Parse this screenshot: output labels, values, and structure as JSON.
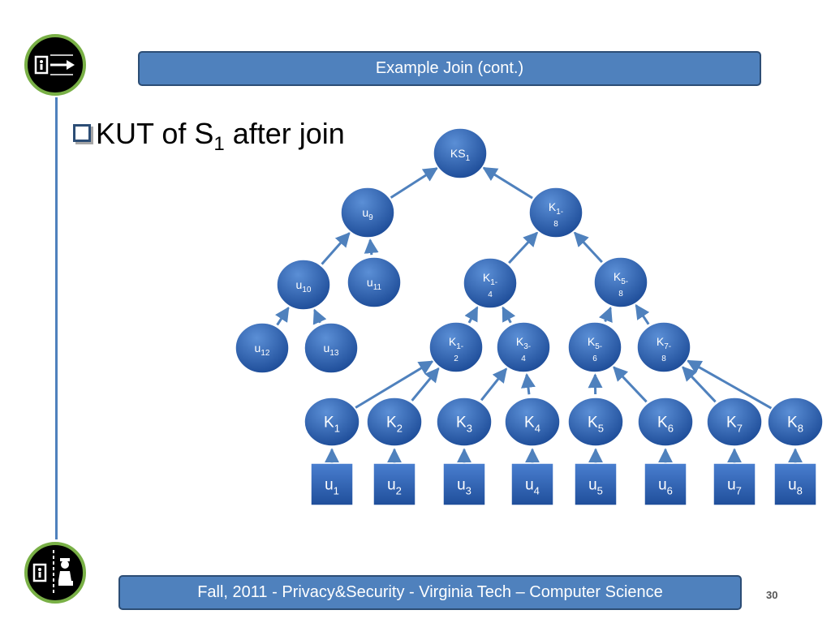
{
  "slide": {
    "title": "Example Join (cont.)",
    "bullet_text": "KUT of S",
    "bullet_sub": "1",
    "bullet_tail": " after join",
    "footer": "Fall, 2011  - Privacy&Security  - Virginia Tech – Computer Science",
    "page_number": "30"
  },
  "colors": {
    "accent": "#4f81bd",
    "accent_dark": "#2c4d75",
    "logo_ring": "#79b046",
    "node_fill": "#2f63b5",
    "edge": "#4f81bd"
  },
  "tree": {
    "nodes": [
      {
        "id": "ks1",
        "main": "KS",
        "sub": "1",
        "shape": "circle"
      },
      {
        "id": "u9",
        "main": "u",
        "sub": "9",
        "shape": "circle"
      },
      {
        "id": "k18",
        "main": "K",
        "sub": "1-",
        "line2": "8",
        "shape": "circle"
      },
      {
        "id": "u10",
        "main": "u",
        "sub": "10",
        "shape": "circle"
      },
      {
        "id": "u11",
        "main": "u",
        "sub": "11",
        "shape": "circle"
      },
      {
        "id": "u12",
        "main": "u",
        "sub": "12",
        "shape": "circle"
      },
      {
        "id": "u13",
        "main": "u",
        "sub": "13",
        "shape": "circle"
      },
      {
        "id": "k14",
        "main": "K",
        "sub": "1-",
        "line2": "4",
        "shape": "circle"
      },
      {
        "id": "k58",
        "main": "K",
        "sub": "5-",
        "line2": "8",
        "shape": "circle"
      },
      {
        "id": "k12",
        "main": "K",
        "sub": "1-",
        "line2": "2",
        "shape": "circle"
      },
      {
        "id": "k34",
        "main": "K",
        "sub": "3-",
        "line2": "4",
        "shape": "circle"
      },
      {
        "id": "k56",
        "main": "K",
        "sub": "5-",
        "line2": "6",
        "shape": "circle"
      },
      {
        "id": "k78",
        "main": "K",
        "sub": "7-",
        "line2": "8",
        "shape": "circle"
      },
      {
        "id": "k1",
        "main": "K",
        "sub": "1",
        "shape": "circle"
      },
      {
        "id": "k2",
        "main": "K",
        "sub": "2",
        "shape": "circle"
      },
      {
        "id": "k3",
        "main": "K",
        "sub": "3",
        "shape": "circle"
      },
      {
        "id": "k4",
        "main": "K",
        "sub": "4",
        "shape": "circle"
      },
      {
        "id": "k5",
        "main": "K",
        "sub": "5",
        "shape": "circle"
      },
      {
        "id": "k6",
        "main": "K",
        "sub": "6",
        "shape": "circle"
      },
      {
        "id": "k7",
        "main": "K",
        "sub": "7",
        "shape": "circle"
      },
      {
        "id": "k8",
        "main": "K",
        "sub": "8",
        "shape": "circle"
      },
      {
        "id": "usr1",
        "main": "u",
        "sub": "1",
        "shape": "box"
      },
      {
        "id": "usr2",
        "main": "u",
        "sub": "2",
        "shape": "box"
      },
      {
        "id": "usr3",
        "main": "u",
        "sub": "3",
        "shape": "box"
      },
      {
        "id": "usr4",
        "main": "u",
        "sub": "4",
        "shape": "box"
      },
      {
        "id": "usr5",
        "main": "u",
        "sub": "5",
        "shape": "box"
      },
      {
        "id": "usr6",
        "main": "u",
        "sub": "6",
        "shape": "box"
      },
      {
        "id": "usr7",
        "main": "u",
        "sub": "7",
        "shape": "box"
      },
      {
        "id": "usr8",
        "main": "u",
        "sub": "8",
        "shape": "box"
      }
    ],
    "edges": [
      [
        "u9",
        "ks1"
      ],
      [
        "k18",
        "ks1"
      ],
      [
        "u10",
        "u9"
      ],
      [
        "u11",
        "u9"
      ],
      [
        "u12",
        "u10"
      ],
      [
        "u13",
        "u10"
      ],
      [
        "k14",
        "k18"
      ],
      [
        "k58",
        "k18"
      ],
      [
        "k12",
        "k14"
      ],
      [
        "k34",
        "k14"
      ],
      [
        "k56",
        "k58"
      ],
      [
        "k78",
        "k58"
      ],
      [
        "k1",
        "k12"
      ],
      [
        "k2",
        "k12"
      ],
      [
        "k3",
        "k34"
      ],
      [
        "k4",
        "k34"
      ],
      [
        "k5",
        "k56"
      ],
      [
        "k6",
        "k56"
      ],
      [
        "k7",
        "k78"
      ],
      [
        "k8",
        "k78"
      ],
      [
        "usr1",
        "k1"
      ],
      [
        "usr2",
        "k2"
      ],
      [
        "usr3",
        "k3"
      ],
      [
        "usr4",
        "k4"
      ],
      [
        "usr5",
        "k5"
      ],
      [
        "usr6",
        "k6"
      ],
      [
        "usr7",
        "k7"
      ],
      [
        "usr8",
        "k8"
      ]
    ]
  }
}
